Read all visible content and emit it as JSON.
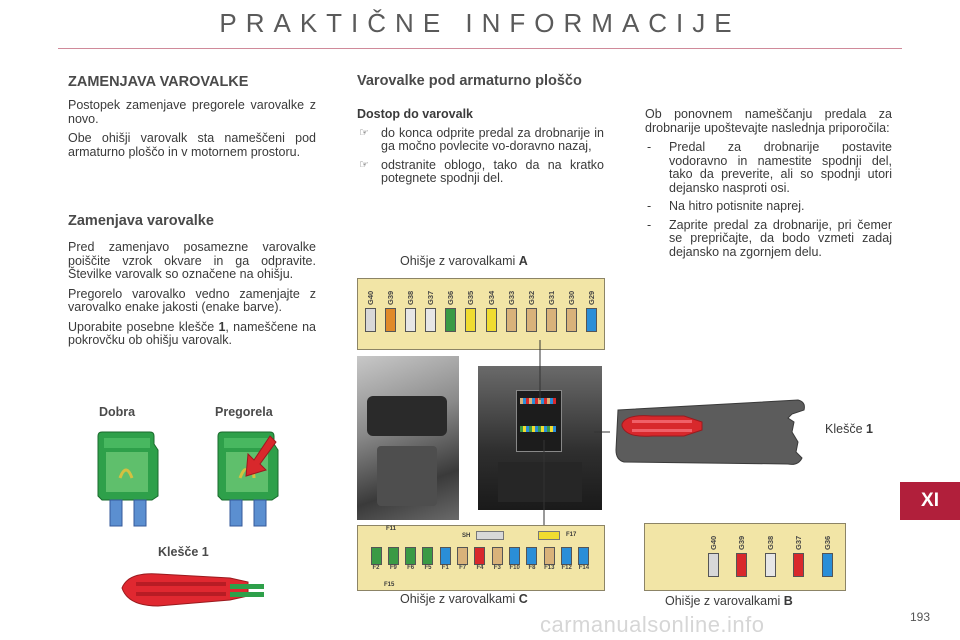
{
  "header": {
    "title": "PRAKTIČNE INFORMACIJE"
  },
  "left": {
    "title": "ZAMENJAVA VAROVALKE",
    "p1": "Postopek zamenjave pregorele varovalke z novo.",
    "p2": "Obe ohišji varovalk sta nameščeni pod armaturno ploščo in v motornem prostoru.",
    "sub_title": "Zamenjava varovalke",
    "p3": "Pred zamenjavo posamezne varovalke poiščite vzrok okvare in ga odpravite. Številke varovalk so označene na ohišju.",
    "p4": "Pregorelo varovalko vedno zamenjajte z varovalko enake jakosti (enake barve).",
    "p5_a": "Uporabite posebne klešče ",
    "p5_num": "1",
    "p5_b": ", nameščene na pokrovčku ob ohišju varovalk.",
    "good_label": "Dobra",
    "blown_label": "Pregorela",
    "pliers_label": "Klešče 1"
  },
  "mid": {
    "title": "Varovalke pod armaturno ploščo",
    "access_title": "Dostop do varovalk",
    "bullets": [
      "do konca odprite predal za drobnarije in ga močno povlecite vo-doravno nazaj,",
      "odstranite oblogo, tako da na kratko potegnete spodnji del."
    ],
    "bullet_marker": "☞"
  },
  "right": {
    "intro": "Ob ponovnem nameščanju predala za drobnarije upoštevajte naslednja priporočila:",
    "dashes": [
      "Predal za drobnarije postavite vodoravno in namestite spodnji del, tako da preverite, ali so spodnji utori dejansko nasproti osi.",
      "Na hitro potisnite naprej.",
      "Zaprite predal za drobnarije, pri čemer se prepričajte, da bodo vzmeti zadaj dejansko na zgornjem delu."
    ]
  },
  "boxA": {
    "caption": "Ohišje z varovalkami ",
    "letter": "A",
    "labels": [
      "G40",
      "G39",
      "G38",
      "G37",
      "G36",
      "G35",
      "G34",
      "G33",
      "G32",
      "G31",
      "G30",
      "G29"
    ],
    "colors": [
      "#d8d8d8",
      "#e08a2a",
      "#e6e6e6",
      "#e6e6e6",
      "#3a9a45",
      "#f0dc30",
      "#f0dc30",
      "#d9b27a",
      "#d9b27a",
      "#d9b27a",
      "#d9b27a",
      "#2a8ed8"
    ]
  },
  "boxB": {
    "caption": "Ohišje z varovalkami ",
    "letter": "B",
    "labels": [
      "G40",
      "G39",
      "G38",
      "G37",
      "G36"
    ],
    "colors": [
      "#d8d8d8",
      "#d8282c",
      "#e6e6e6",
      "#d8282c",
      "#2a8ed8"
    ]
  },
  "boxC": {
    "caption": "Ohišje z varovalkami ",
    "letter": "C",
    "top_labels": [
      "F11",
      "SH",
      "F17"
    ],
    "labels": [
      "F2",
      "F9",
      "F6",
      "F5",
      "F1",
      "F7",
      "F4",
      "F3",
      "F10",
      "F8",
      "F13",
      "F12",
      "F14"
    ],
    "colors": [
      "#3a9a45",
      "#3a9a45",
      "#3a9a45",
      "#3a9a45",
      "#2a8ed8",
      "#d9b27a",
      "#d8282c",
      "#d9b27a",
      "#2a8ed8",
      "#2a8ed8",
      "#d9b27a",
      "#2a8ed8",
      "#2a8ed8"
    ],
    "bottom_label": "F15"
  },
  "pliers_caption_a": "Klešče ",
  "pliers_caption_num": "1",
  "tab": "XI",
  "page_number": "193",
  "watermark": "carmanualsonline.info"
}
